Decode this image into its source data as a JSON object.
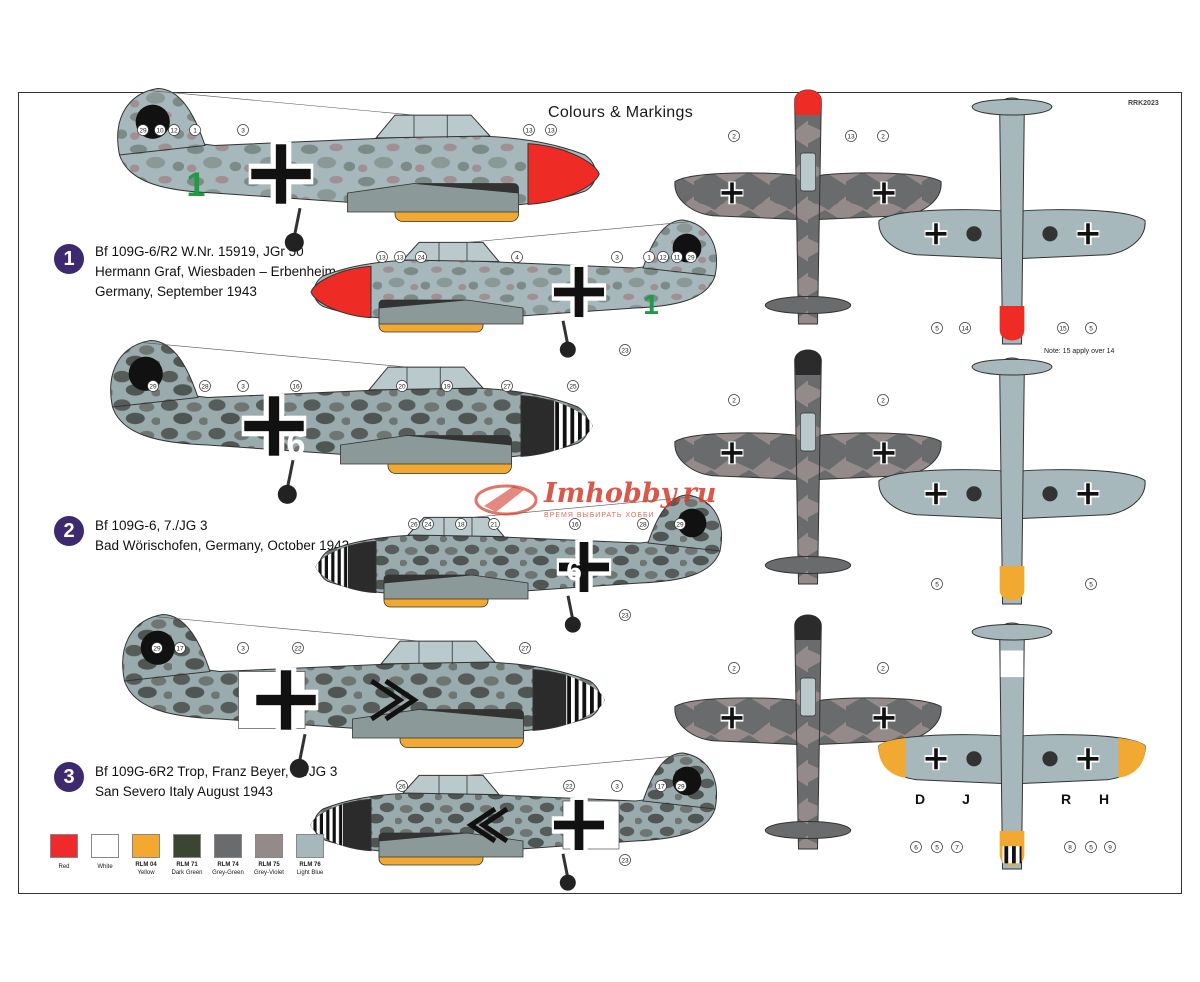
{
  "title": "Colours & Markings",
  "product_code": "RRK2023",
  "note": "Note: 15 apply over 14",
  "watermark": {
    "brand": "Imhobby.ru",
    "tagline": "ВРЕМЯ ВЫБИРАТЬ ХОББИ"
  },
  "schemes": [
    {
      "number": "1",
      "lines": [
        "Bf 109G-6/R2  W.Nr. 15919, JGr 50",
        "Hermann Graf, Wiesbaden – Erbenheim,",
        "Germany, September 1943"
      ],
      "fuselage_code": "1",
      "code_color": "#1f9a45"
    },
    {
      "number": "2",
      "lines": [
        "Bf 109G-6, 7./JG 3",
        "Bad Wörischofen, Germany, October 1943"
      ],
      "fuselage_code": "6",
      "code_color": "#ffffff"
    },
    {
      "number": "3",
      "lines": [
        "Bf 109G-6R2 Trop, Franz Beyer, IV/JG 3",
        "San Severo Italy August 1943"
      ],
      "fuselage_code": "",
      "code_color": "#ffffff"
    }
  ],
  "callouts": {
    "s1_left": [
      "29",
      "10",
      "12",
      "1",
      "3",
      "13",
      "13"
    ],
    "s1_right": [
      "13",
      "13",
      "24",
      "4",
      "3",
      "1",
      "12",
      "11",
      "29",
      "23"
    ],
    "s1_top": [
      "2",
      "13",
      "2"
    ],
    "s1_bottom": [
      "5",
      "14",
      "15",
      "5"
    ],
    "s2_left": [
      "29",
      "28",
      "3",
      "16",
      "20",
      "19",
      "27",
      "25"
    ],
    "s2_right": [
      "26",
      "24",
      "18",
      "21",
      "16",
      "28",
      "29",
      "23"
    ],
    "s2_top": [
      "2",
      "2"
    ],
    "s2_bottom": [
      "5",
      "5"
    ],
    "s3_left": [
      "29",
      "17",
      "3",
      "22",
      "27"
    ],
    "s3_right": [
      "26",
      "22",
      "3",
      "17",
      "29",
      "23"
    ],
    "s3_top": [
      "2",
      "2"
    ],
    "s3_bottom": [
      "6",
      "5",
      "7",
      "8",
      "5",
      "9"
    ]
  },
  "wing_codes": {
    "left": "D",
    "left_inner": "J",
    "right_inner": "R",
    "right": "H"
  },
  "palette": [
    {
      "code": "",
      "name": "Red",
      "color": "#f02a2a"
    },
    {
      "code": "",
      "name": "White",
      "color": "#ffffff"
    },
    {
      "code": "RLM 04",
      "name": "Yellow",
      "color": "#f4a830"
    },
    {
      "code": "RLM 71",
      "name": "Dark Green",
      "color": "#3b4532"
    },
    {
      "code": "RLM 74",
      "name": "Grey-Green",
      "color": "#6a6b6c"
    },
    {
      "code": "RLM 75",
      "name": "Grey-Violet",
      "color": "#958a8a"
    },
    {
      "code": "RLM 76",
      "name": "Light Blue",
      "color": "#a6b8bb"
    }
  ],
  "colors": {
    "fuselage_base": "#a6b8bb",
    "mottle_grey": "#7c8b88",
    "mottle_violet": "#a08f93",
    "spinner_red": "#ef2b25",
    "yellow": "#f2a931",
    "dark": "#1b1b1b",
    "top_violet": "#958a8a",
    "top_green": "#6a6b6c"
  }
}
